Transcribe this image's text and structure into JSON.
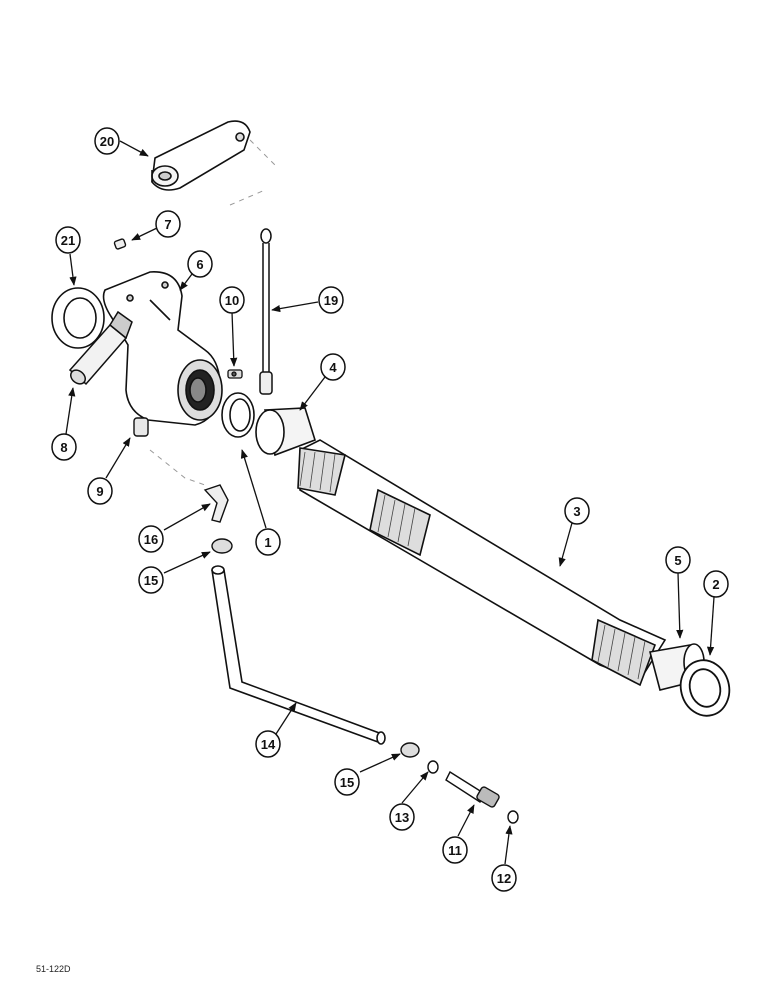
{
  "figure_ref": "51-122D",
  "callouts": [
    {
      "id": "c20",
      "label": "20"
    },
    {
      "id": "c7",
      "label": "7"
    },
    {
      "id": "c21",
      "label": "21"
    },
    {
      "id": "c6",
      "label": "6"
    },
    {
      "id": "c10",
      "label": "10"
    },
    {
      "id": "c19",
      "label": "19"
    },
    {
      "id": "c4",
      "label": "4"
    },
    {
      "id": "c8",
      "label": "8"
    },
    {
      "id": "c9",
      "label": "9"
    },
    {
      "id": "c1",
      "label": "1"
    },
    {
      "id": "c16",
      "label": "16"
    },
    {
      "id": "c3",
      "label": "3"
    },
    {
      "id": "c15a",
      "label": "15"
    },
    {
      "id": "c5",
      "label": "5"
    },
    {
      "id": "c2",
      "label": "2"
    },
    {
      "id": "c14",
      "label": "14"
    },
    {
      "id": "c15b",
      "label": "15"
    },
    {
      "id": "c13",
      "label": "13"
    },
    {
      "id": "c11",
      "label": "11"
    },
    {
      "id": "c12",
      "label": "12"
    }
  ]
}
